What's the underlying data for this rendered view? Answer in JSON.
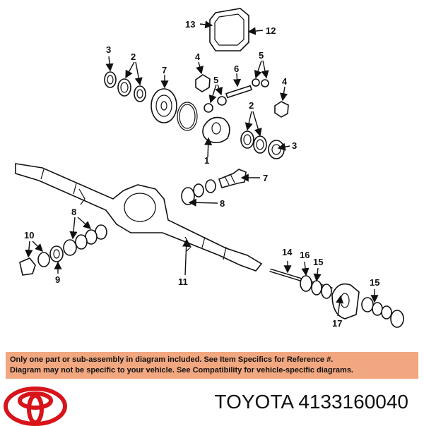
{
  "diagram": {
    "callouts": [
      "1",
      "2",
      "2",
      "3",
      "3",
      "4",
      "4",
      "5",
      "5",
      "6",
      "7",
      "7",
      "8",
      "8",
      "9",
      "10",
      "11",
      "12",
      "13",
      "14",
      "15",
      "15",
      "16",
      "17"
    ]
  },
  "disclaimer": {
    "line1": "Only one part or sub-assembly in diagram included. See Item Specifics for Reference #.",
    "line2": "Diagram may not be specific to your vehicle. See Compatibility for vehicle-specific diagrams."
  },
  "footer": {
    "brand": "TOYOTA",
    "part_number": "4133160040"
  },
  "colors": {
    "disclaimer_bg": "#f1a77f",
    "logo_red": "#d7141a",
    "ink": "#111111"
  }
}
